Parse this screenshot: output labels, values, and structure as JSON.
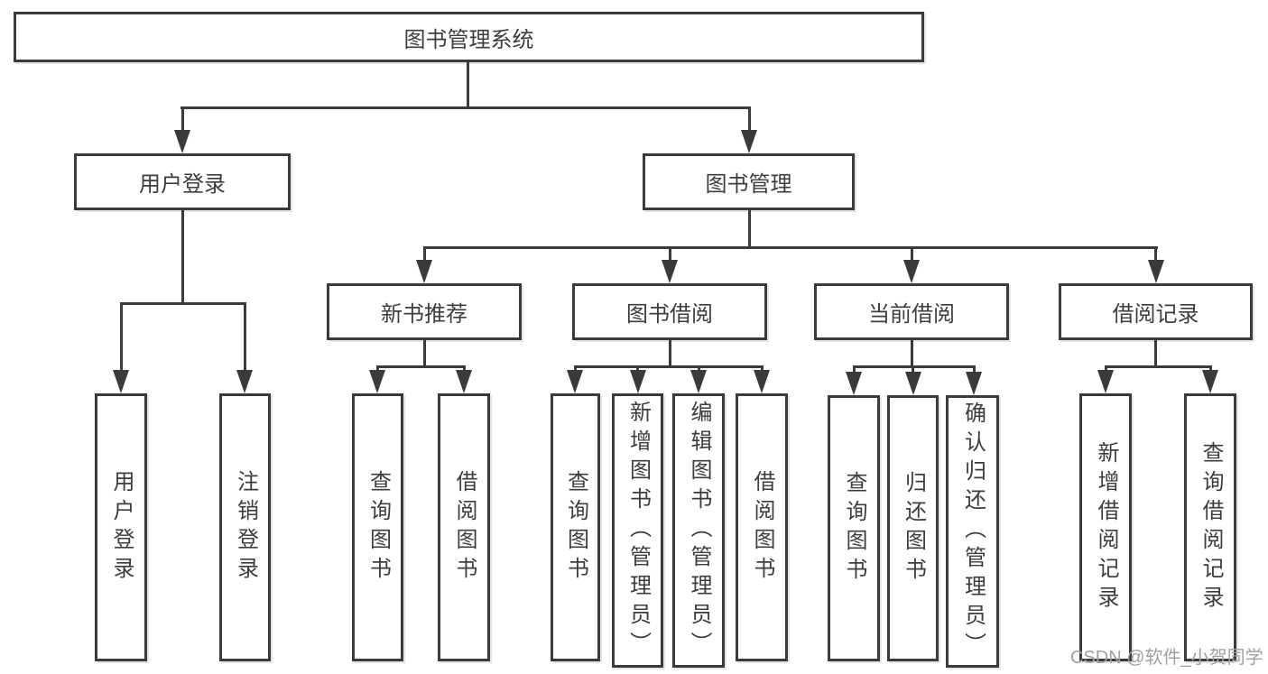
{
  "diagram": {
    "title": "图书管理系统",
    "root": {
      "label": "图书管理系统"
    },
    "level2": [
      {
        "label": "用户登录"
      },
      {
        "label": "图书管理"
      }
    ],
    "level3": [
      {
        "label": "新书推荐"
      },
      {
        "label": "图书借阅"
      },
      {
        "label": "当前借阅"
      },
      {
        "label": "借阅记录"
      }
    ],
    "leaves": {
      "user_login_group": [
        "用户登录",
        "注销登录"
      ],
      "new_book_group": [
        "查询图书",
        "借阅图书"
      ],
      "book_borrow_group": [
        "查询图书",
        "新增图书（管理员）",
        "编辑图书（管理员）",
        "借阅图书"
      ],
      "current_borrow_group": [
        "查询图书",
        "归还图书",
        "确认归还（管理员）"
      ],
      "borrow_record_group": [
        "新增借阅记录",
        "查询借阅记录"
      ]
    }
  },
  "watermark": "CSDN @软件_小贺同学",
  "colors": {
    "line": "#3a3a3a",
    "text": "#3d3d3d",
    "watermark": "#a0a0a0",
    "background": "#ffffff"
  }
}
